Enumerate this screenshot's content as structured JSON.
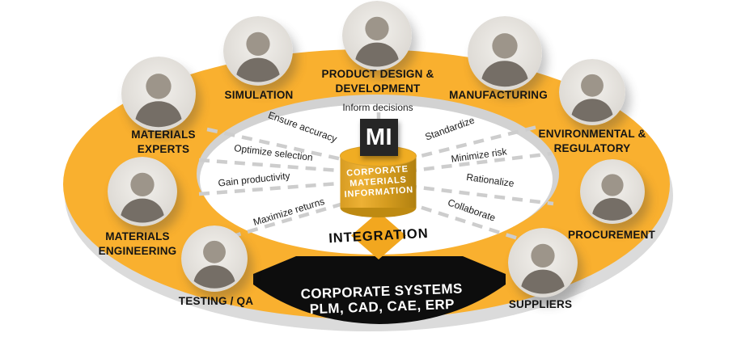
{
  "hub": {
    "logo": "MI",
    "cylinder_lines": [
      "CORPORATE",
      "MATERIALS",
      "INFORMATION"
    ]
  },
  "spokes": [
    {
      "id": "inform-decisions",
      "label": "Inform decisions"
    },
    {
      "id": "ensure-accuracy",
      "label": "Ensure accuracy"
    },
    {
      "id": "optimize-selection",
      "label": "Optimize selection"
    },
    {
      "id": "gain-productivity",
      "label": "Gain productivity"
    },
    {
      "id": "maximize-returns",
      "label": "Maximize returns"
    },
    {
      "id": "standardize",
      "label": "Standardize"
    },
    {
      "id": "minimize-risk",
      "label": "Minimize risk"
    },
    {
      "id": "rationalize",
      "label": "Rationalize"
    },
    {
      "id": "collaborate",
      "label": "Collaborate"
    }
  ],
  "roles": [
    {
      "id": "materials-experts",
      "lines": [
        "MATERIALS",
        "EXPERTS"
      ]
    },
    {
      "id": "simulation",
      "lines": [
        "SIMULATION"
      ]
    },
    {
      "id": "product-design-development",
      "lines": [
        "PRODUCT DESIGN &",
        "DEVELOPMENT"
      ]
    },
    {
      "id": "manufacturing",
      "lines": [
        "MANUFACTURING"
      ]
    },
    {
      "id": "environmental-regulatory",
      "lines": [
        "ENVIRONMENTAL &",
        "REGULATORY"
      ]
    },
    {
      "id": "procurement",
      "lines": [
        "PROCUREMENT"
      ]
    },
    {
      "id": "suppliers",
      "lines": [
        "SUPPLIERS"
      ]
    },
    {
      "id": "testing-qa",
      "lines": [
        "TESTING / QA"
      ]
    },
    {
      "id": "materials-engineering",
      "lines": [
        "MATERIALS",
        "ENGINEERING"
      ]
    }
  ],
  "integration": {
    "label": "INTEGRATION"
  },
  "corporate_systems": {
    "lines": [
      "CORPORATE SYSTEMS",
      "PLM, CAD, CAE, ERP"
    ]
  },
  "icons": {
    "avatar": "person-silhouette"
  },
  "colors": {
    "ring": "#F9B02F",
    "base_shadow": "#DBDBDB",
    "inner_shadow": "#D2D2D2",
    "inner_face": "#FFFFFF",
    "hub_square": "#262626",
    "cylinder_gold": "#D89E25",
    "diamond": "#F2A71F",
    "systems_black": "#0D0D0D",
    "spoke_dash": "#CDCDCD"
  }
}
